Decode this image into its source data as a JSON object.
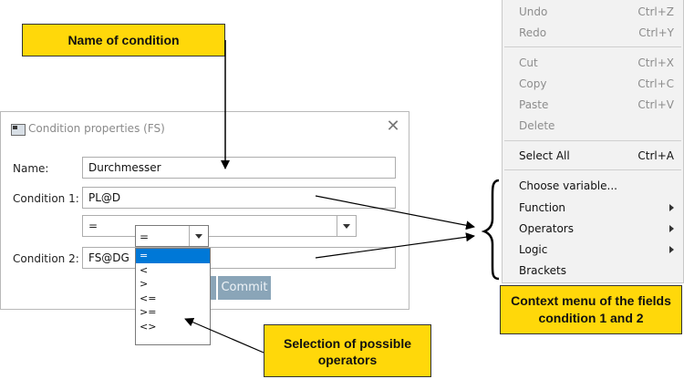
{
  "dialog": {
    "title": "Condition properties (FS)",
    "name_label": "Name:",
    "name_value": "Durchmesser",
    "condition1_label": "Condition 1:",
    "condition1_value": "PL@D",
    "operator_value": "=",
    "condition2_label": "Condition 2:",
    "condition2_value": "FS@DG",
    "commit_label": "Commit"
  },
  "operator_dropdown": {
    "selected": "=",
    "options": [
      "=",
      "<",
      ">",
      "<=",
      ">=",
      "<>"
    ]
  },
  "context_menu": {
    "items": [
      {
        "label": "Undo",
        "shortcut": "Ctrl+Z",
        "enabled": false
      },
      {
        "label": "Redo",
        "shortcut": "Ctrl+Y",
        "enabled": false
      },
      {
        "label": "Cut",
        "shortcut": "Ctrl+X",
        "enabled": false
      },
      {
        "label": "Copy",
        "shortcut": "Ctrl+C",
        "enabled": false
      },
      {
        "label": "Paste",
        "shortcut": "Ctrl+V",
        "enabled": false
      },
      {
        "label": "Delete",
        "shortcut": "",
        "enabled": false
      },
      {
        "label": "Select All",
        "shortcut": "Ctrl+A",
        "enabled": true
      },
      {
        "label": "Choose variable...",
        "shortcut": "",
        "enabled": true
      },
      {
        "label": "Function",
        "shortcut": "",
        "enabled": true
      },
      {
        "label": "Operators",
        "shortcut": "",
        "enabled": true
      },
      {
        "label": "Logic",
        "shortcut": "",
        "enabled": true
      },
      {
        "label": "Brackets",
        "shortcut": "",
        "enabled": true
      }
    ]
  },
  "callouts": {
    "name_of_condition": "Name of condition",
    "context_menu_line1": "Context menu  of the fields",
    "context_menu_line2": "condition 1 and 2",
    "selection_line1": "Selection of possible",
    "selection_line2": "operators"
  },
  "colors": {
    "callout_fill": "#ffd80a",
    "selection_blue": "#0078d7",
    "commit_button": "#8aa5b8"
  }
}
